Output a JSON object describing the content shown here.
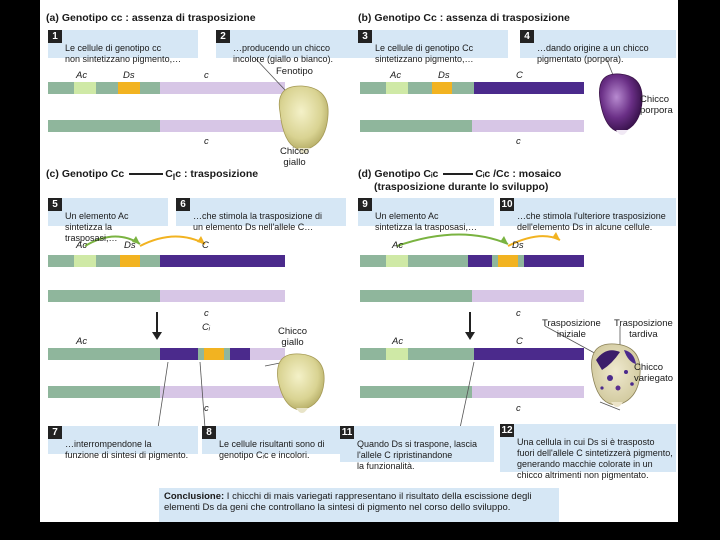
{
  "colors": {
    "gray": "#8fb69c",
    "lightgreen": "#cfe9a6",
    "orange": "#f2b321",
    "lavender": "#d7c6e6",
    "purple": "#4b2a8c",
    "box": "#d6e7f5",
    "arrow": "#7ab341"
  },
  "panel_a": {
    "label": "(a)",
    "title": "Genotipo cc : assenza di trasposizione",
    "box1": {
      "num": "1",
      "text": "Le cellule di genotipo cc\nnon sintetizzano pigmento,…"
    },
    "box2": {
      "num": "2",
      "text": "…producendo un chicco\nincolore (giallo o bianco)."
    },
    "gene_ac": "Ac",
    "gene_ds": "Ds",
    "gene_c1": "c",
    "gene_c2": "c",
    "fenotipo": "Fenotipo",
    "kernel": "Chicco\ngiallo"
  },
  "panel_b": {
    "label": "(b)",
    "title": "Genotipo Cc : assenza di trasposizione",
    "box3": {
      "num": "3",
      "text": "Le cellule di genotipo Cc\nsintetizzano pigmento,…"
    },
    "box4": {
      "num": "4",
      "text": "…dando origine a un chicco\npigmentato (porpora)."
    },
    "gene_ac": "Ac",
    "gene_ds": "Ds",
    "gene_C": "C",
    "gene_c": "c",
    "kernel": "Chicco\nporpora"
  },
  "panel_c": {
    "label": "(c)",
    "title_a": "Genotipo Cc",
    "title_b": "C",
    "title_sub": "I",
    "title_c": "c : trasposizione",
    "box5": {
      "num": "5",
      "text": "Un elemento Ac\nsintetizza la trasposasi,…"
    },
    "box6": {
      "num": "6",
      "text": "…che stimola la trasposizione di\nun elemento Ds nell'allele C…"
    },
    "box7": {
      "num": "7",
      "text": "…interrompendone la\nfunzione di sintesi di pigmento."
    },
    "box8": {
      "num": "8",
      "text": "Le cellule risultanti sono di\ngenotipo Cᵢc e incolori."
    },
    "gene_ac": "Ac",
    "gene_ds": "Ds",
    "gene_C": "C",
    "gene_c1": "c",
    "gene_ac2": "Ac",
    "gene_CI": "Cᵢ",
    "gene_c2": "c",
    "kernel": "Chicco\ngiallo"
  },
  "panel_d": {
    "label": "(d)",
    "title_a": "Genotipo Cᵢc",
    "title_b": "Cᵢc /Cc : mosaico",
    "title_line2": "(trasposizione durante lo sviluppo)",
    "box9": {
      "num": "9",
      "text": "Un elemento Ac\nsintetizza la trasposasi,…"
    },
    "box10": {
      "num": "10",
      "text": "…che stimola l'ulteriore trasposizione\ndell'elemento Ds in alcune cellule."
    },
    "box11": {
      "num": "11",
      "text": "Quando Ds si traspone, lascia\nl'allele C ripristinandone\nla funzionalità."
    },
    "box12": {
      "num": "12",
      "text": "Una cellula in cui Ds si è trasposto\nfuori dell'allele C sintetizzerà pigmento,\ngenerando macchie colorate  in un\nchicco altrimenti non pigmentato."
    },
    "gene_ac": "Ac",
    "gene_ds": "Ds",
    "gene_c1": "c",
    "gene_ac2": "Ac",
    "gene_C": "C",
    "gene_c2": "c",
    "tras_iniziale": "Trasposizione\niniziale",
    "tras_tardiva": "Trasposizione\ntardiva",
    "kernel": "Chicco\nvariegato"
  },
  "conclusion": {
    "label": "Conclusione:",
    "text": " I chicchi di mais variegati rappresentano il risultato della escissione degli elementi Ds da geni che controllano la sintesi di pigmento nel corso dello sviluppo."
  }
}
